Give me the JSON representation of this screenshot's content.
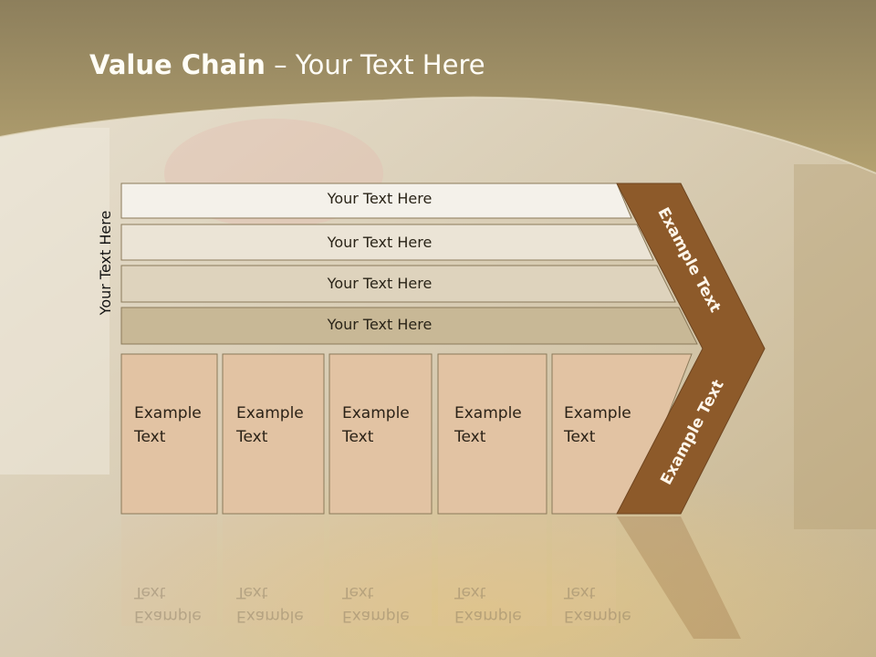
{
  "slide": {
    "title_bold": "Value Chain",
    "title_rest": " – Your Text Here",
    "side_label": "Your Text Here"
  },
  "bands": [
    {
      "label": "Your Text Here"
    },
    {
      "label": "Your Text Here"
    },
    {
      "label": "Your Text Here"
    },
    {
      "label": "Your Text Here"
    }
  ],
  "boxes": [
    {
      "line1": "Example",
      "line2": "Text"
    },
    {
      "line1": "Example",
      "line2": "Text"
    },
    {
      "line1": "Example",
      "line2": "Text"
    },
    {
      "line1": "Example",
      "line2": "Text"
    },
    {
      "line1": "Example",
      "line2": "Text"
    }
  ],
  "arrow": {
    "upper_label": "Example Text",
    "lower_label": "Example Text"
  },
  "colors": {
    "header": "#a8966a",
    "arrow": "#8d5a2a",
    "box_fill": "#e2c3a3",
    "band1": "#f4f1ea",
    "band2": "#ebe4d6",
    "band3": "#ded3bd",
    "band4": "#c8b896"
  }
}
